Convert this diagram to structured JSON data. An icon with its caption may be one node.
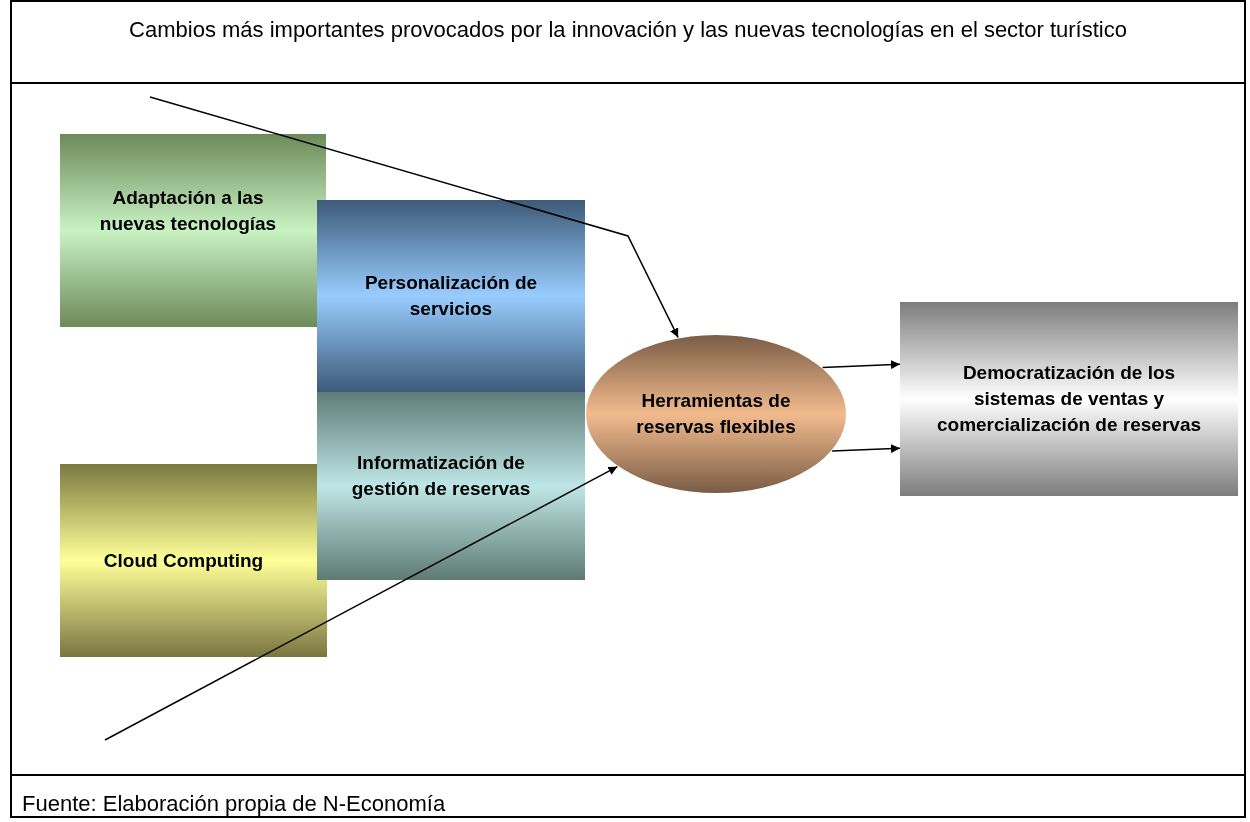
{
  "diagram": {
    "title": "Cambios más importantes provocados por la innovación y las nuevas tecnologías en el sector turístico",
    "caption": "Fuente: Elaboración propia de N-Economía",
    "nodes": [
      {
        "text": [
          "Adaptación a las nuevas tecnologías"
        ]
      },
      {
        "text": [
          "Personalización de servicios"
        ]
      },
      {
        "text": [
          "Informatización de gestión de reservas"
        ]
      },
      {
        "text": [
          "Cloud Computing"
        ]
      },
      {
        "text": [
          "Herramientas de reservas flexibles"
        ]
      },
      {
        "text": [
          "Democratización de los sistemas de ventas y comercialización de reservas"
        ]
      }
    ],
    "edges": [
      {
        "from": null,
        "to": 4,
        "arrow": "to"
      },
      {
        "from": null,
        "to": 4,
        "arrow": "to"
      },
      {
        "from": 4,
        "to": 5,
        "arrow": "to"
      },
      {
        "from": 4,
        "to": 5,
        "arrow": "to"
      }
    ]
  }
}
